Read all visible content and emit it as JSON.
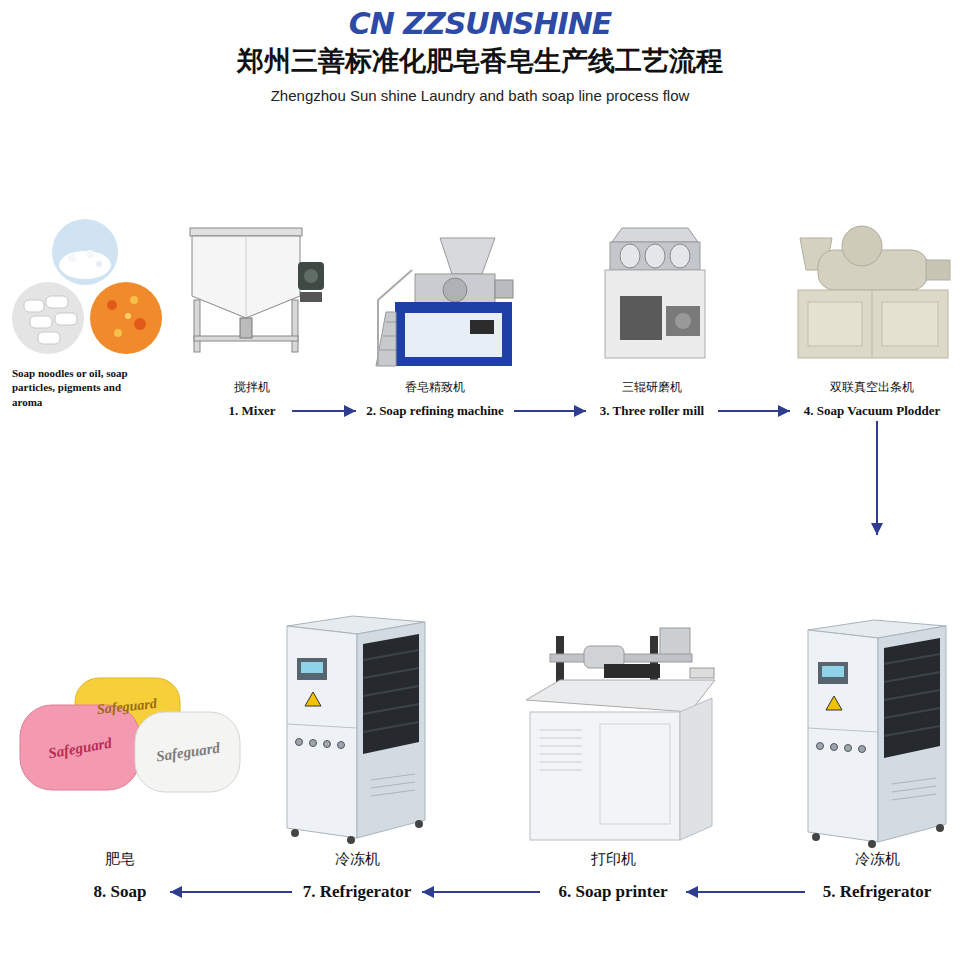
{
  "diagram": {
    "title": "郑州三善标准化肥皂香皂生产线工艺流程",
    "nodes": [
      {
        "text": [
          "Soap noodles or oil, soap particles, pigments and aroma"
        ]
      },
      {
        "text": [
          "搅拌机",
          "1. Mixer"
        ]
      },
      {
        "text": [
          "香皂精致机",
          "2. Soap refining machine"
        ]
      },
      {
        "text": [
          "三辊研磨机",
          "3. Three roller mill"
        ]
      },
      {
        "text": [
          "双联真空出条机",
          "4. Soap Vacuum Plodder"
        ]
      },
      {
        "text": [
          "冷冻机",
          "5. Refrigerator"
        ]
      },
      {
        "text": [
          "打印机",
          "6. Soap printer"
        ]
      },
      {
        "text": [
          "冷冻机",
          "7. Refrigerator"
        ]
      },
      {
        "text": [
          "肥皂",
          "8. Soap"
        ]
      }
    ],
    "edges": [
      {
        "from": 1,
        "to": 2,
        "arrow": "to"
      },
      {
        "from": 2,
        "to": 3,
        "arrow": "to"
      },
      {
        "from": 3,
        "to": 4,
        "arrow": "to"
      },
      {
        "from": 4,
        "to": 5,
        "arrow": "to"
      },
      {
        "from": 5,
        "to": 6,
        "arrow": "to"
      },
      {
        "from": 6,
        "to": 7,
        "arrow": "to"
      },
      {
        "from": 7,
        "to": 8,
        "arrow": "to"
      }
    ],
    "labels": [
      "CN ZZSUNSHINE",
      "Zhengzhou Sun shine Laundry and bath soap line process flow",
      "Safeguard",
      "Safeguard",
      "Safeguard"
    ]
  }
}
